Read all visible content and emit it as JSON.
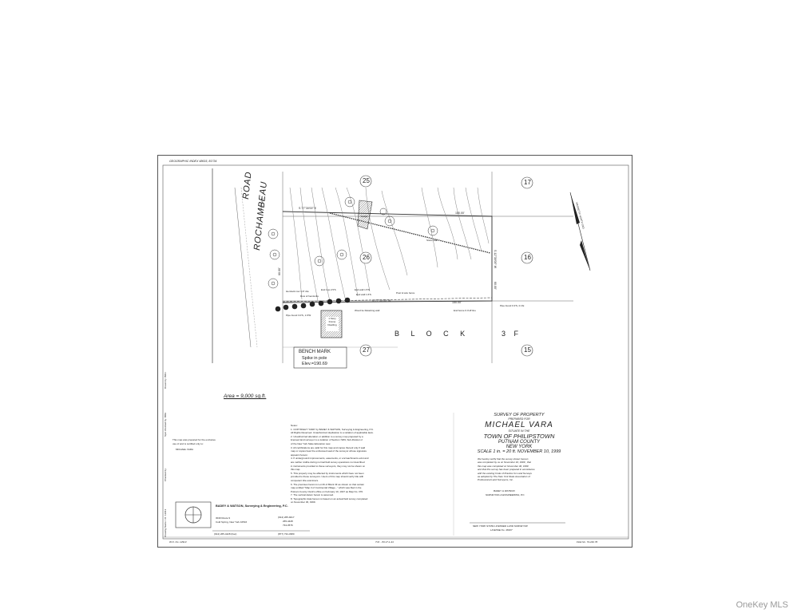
{
  "watermark": "OneKey MLS",
  "header": {
    "geographic_index": "GEOGRAPHIC INDEX 48615, 81734"
  },
  "road": {
    "name": "ROCHAMBEAU",
    "suffix": "ROAD",
    "type": "(ASPHALT)"
  },
  "lots": {
    "l25": "25",
    "l26": "26",
    "l27": "27",
    "l17": "17",
    "l16": "16",
    "l15": "15"
  },
  "block": {
    "label": "B L O C K",
    "number": "3 F"
  },
  "bearings": {
    "north_line": "S 77°30'00\" E",
    "north_dist": "150.00'",
    "south_line": "N 77°30'00\" W",
    "south_dist": "150.00'",
    "east_line": "S 12°30'00\" W",
    "east_dist": "60.00'",
    "west_dist": "60.00'"
  },
  "labels": {
    "ledge": "Ledge",
    "pipe_found_sw": "Pipe found 3.0'S, 1.6'W",
    "pipe_found_se": "Pipe found 0.3'S, 0.1'E",
    "hemlock_row": "Hemlock row 4-6\" dia",
    "end_row": "End row 2.5'S",
    "end_wall_1": "End wall 1.5'N",
    "end_wall_2": "End wall 1.6'S",
    "post_wire": "Post & wire fence",
    "end_fence": "End fence 0.4'off line",
    "stone_wall": "Stone wall",
    "retaining": "Wood tie Retaining wall",
    "house": "1 Story Frame Dwelling",
    "row_of_hemlocks": "Row of hemlocks"
  },
  "bench_mark": {
    "title": "BENCH MARK",
    "desc": "Spike in pole",
    "elev": "Elev.=190.69"
  },
  "area": "Area = 9,000 sq.ft.",
  "north": {
    "label": "MAGNETIC NORTH 1911"
  },
  "prepared_for": {
    "line1": "This map was prepared for the exclusive",
    "line2": "use of and is certified only to:",
    "name": "MICHAEL VARA"
  },
  "side_labels": {
    "drawing_name": "Drawing Name: I.D. 12913",
    "checked_by": "Checked by:",
    "spot_checked": "Spot checked by: BRH",
    "drawn_by": "Drawn by: BRH"
  },
  "notes": {
    "title": "Notes:",
    "items": [
      "1. COPYRIGHT \"1999\" by BADEY & WATSON, Surveying & Engineering, P.C.",
      "   All Rights Reserved. Unauthorized duplication is a violation of applicable laws.",
      "2. Unauthorized alteration or addition to a survey map prepared by a",
      "   licensed land surveyor is a violation of Section 7209, Sub-Division 2",
      "   of the New York State Education Law.",
      "3. All certifications are valid for this map and copies thereof only if said",
      "   map or copies bear the embossed seal of the surveyor whose signature",
      "   appears hereon.",
      "4. If underground improvements, easements, or encroachments exist and",
      "   are neither visible during normal field survey operations nor described",
      "   in instruments provided to these surveyors, they may not be shown on",
      "   this map.",
      "5. This property may be affected by instruments which have not been",
      "   provided to these surveyors. Users of this map should verify title with",
      "   competent title examiners.",
      "6. The premises herein is Lot 26 of Block 3F as shown on that certain",
      "   map entitled \"Map 3 of Continental Village...\" which was filed in the",
      "   Putnam County Clerk's office on February 10, 1947 as Map No. 370.",
      "7. The vertical datum herein is assumed.",
      "8. Topographic data hereon is based on an actual field survey completed",
      "   on November 30, 1999."
    ]
  },
  "title_block": {
    "survey_of": "SURVEY OF PROPERTY",
    "prepared_for": "PREPARED FOR",
    "owner": "MICHAEL VARA",
    "situate": "SITUATE IN THE",
    "town": "TOWN OF PHILIPSTOWN",
    "county": "PUTNAM COUNTY",
    "state": "NEW YORK",
    "scale": "SCALE 1 in. = 20 ft.  NOVEMBER 10, 1999"
  },
  "certification": {
    "lines": [
      "We hereby certify that the survey shown hereon",
      "was completed by us on November 10, 1999 , that",
      "this map was completed on November 30, 1999",
      "and that this survey has been prepared in accordance",
      "with the existing Code of Practice for Land Surveys",
      "as adopted by The New York State Association of",
      "Professional Land Surveyors, Inc."
    ],
    "firm": "BADEY & WATSON",
    "firm_sub": "SURVEYING & ENGINEERING, P.C.",
    "surveyor": "NEW YORK STATE LICENSED LAND SURVEYOR",
    "license": "LICENSE No. 48167"
  },
  "company": {
    "name": "BADEY & WATSON, Surveying & Engineering, P.C.",
    "addr1": "3040 Route 9",
    "addr2": "Cold Spring, New York 10516",
    "phone": "(914) 265-9217",
    "phone2": "265-4428",
    "phone3": "734-3576",
    "fax": "(914) 265-4428 (Fax)",
    "phone4": "(877) 734-3380"
  },
  "footer": {
    "wo": "W.O. No. 12913",
    "tm": "T.M. - 83.17-1-41",
    "file": "FILE No. 74-162.76"
  }
}
